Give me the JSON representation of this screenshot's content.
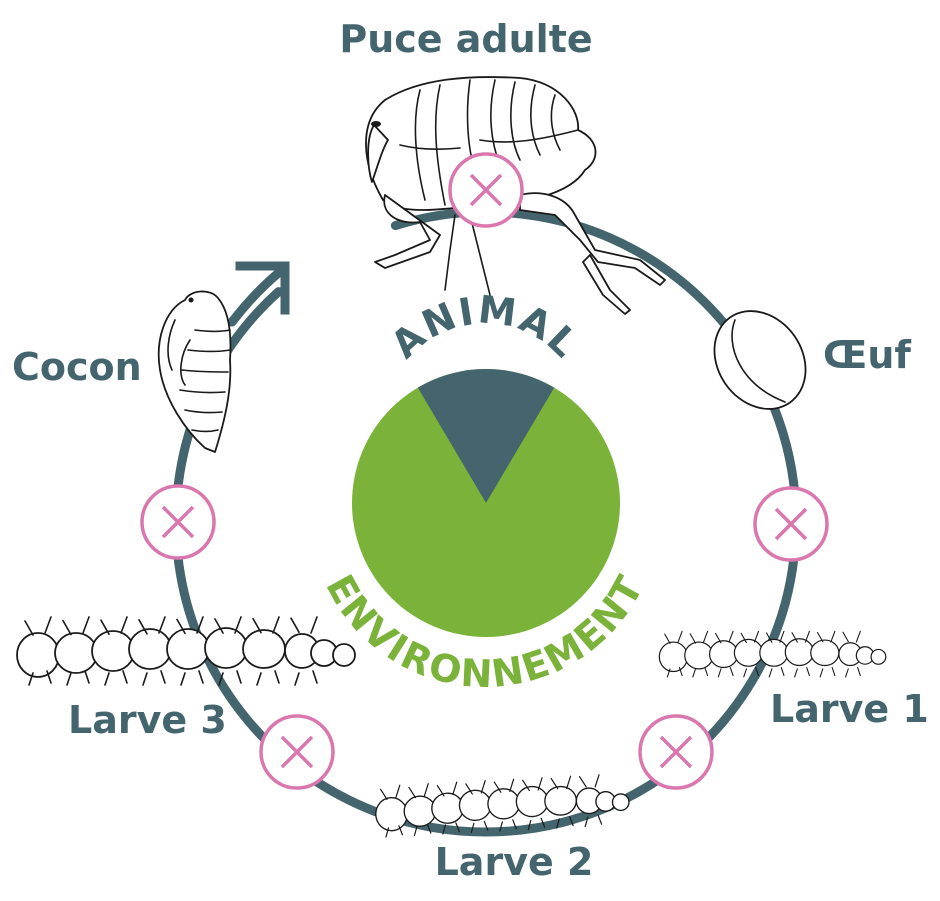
{
  "colors": {
    "cycle": "#44656d",
    "marker": "#d977ae",
    "animal": "#44656d",
    "environment": "#7bb33a",
    "label": "#44656d"
  },
  "stages": [
    {
      "id": "adult",
      "label": "Puce adulte",
      "icon": "adult-flea-icon"
    },
    {
      "id": "egg",
      "label": "Œuf",
      "icon": "egg-icon"
    },
    {
      "id": "larva1",
      "label": "Larve 1",
      "icon": "larva-icon"
    },
    {
      "id": "larva2",
      "label": "Larve 2",
      "icon": "larva-icon"
    },
    {
      "id": "larva3",
      "label": "Larve 3",
      "icon": "larva-icon"
    },
    {
      "id": "cocoon",
      "label": "Cocon",
      "icon": "cocoon-icon"
    }
  ],
  "markers": {
    "icon": "cross-circle-icon",
    "count": 5
  },
  "chart_data": {
    "type": "pie",
    "title": "",
    "slices": [
      {
        "name": "ANIMAL",
        "value": 17
      },
      {
        "name": "ENVIRONNEMENT",
        "value": 83
      }
    ]
  }
}
